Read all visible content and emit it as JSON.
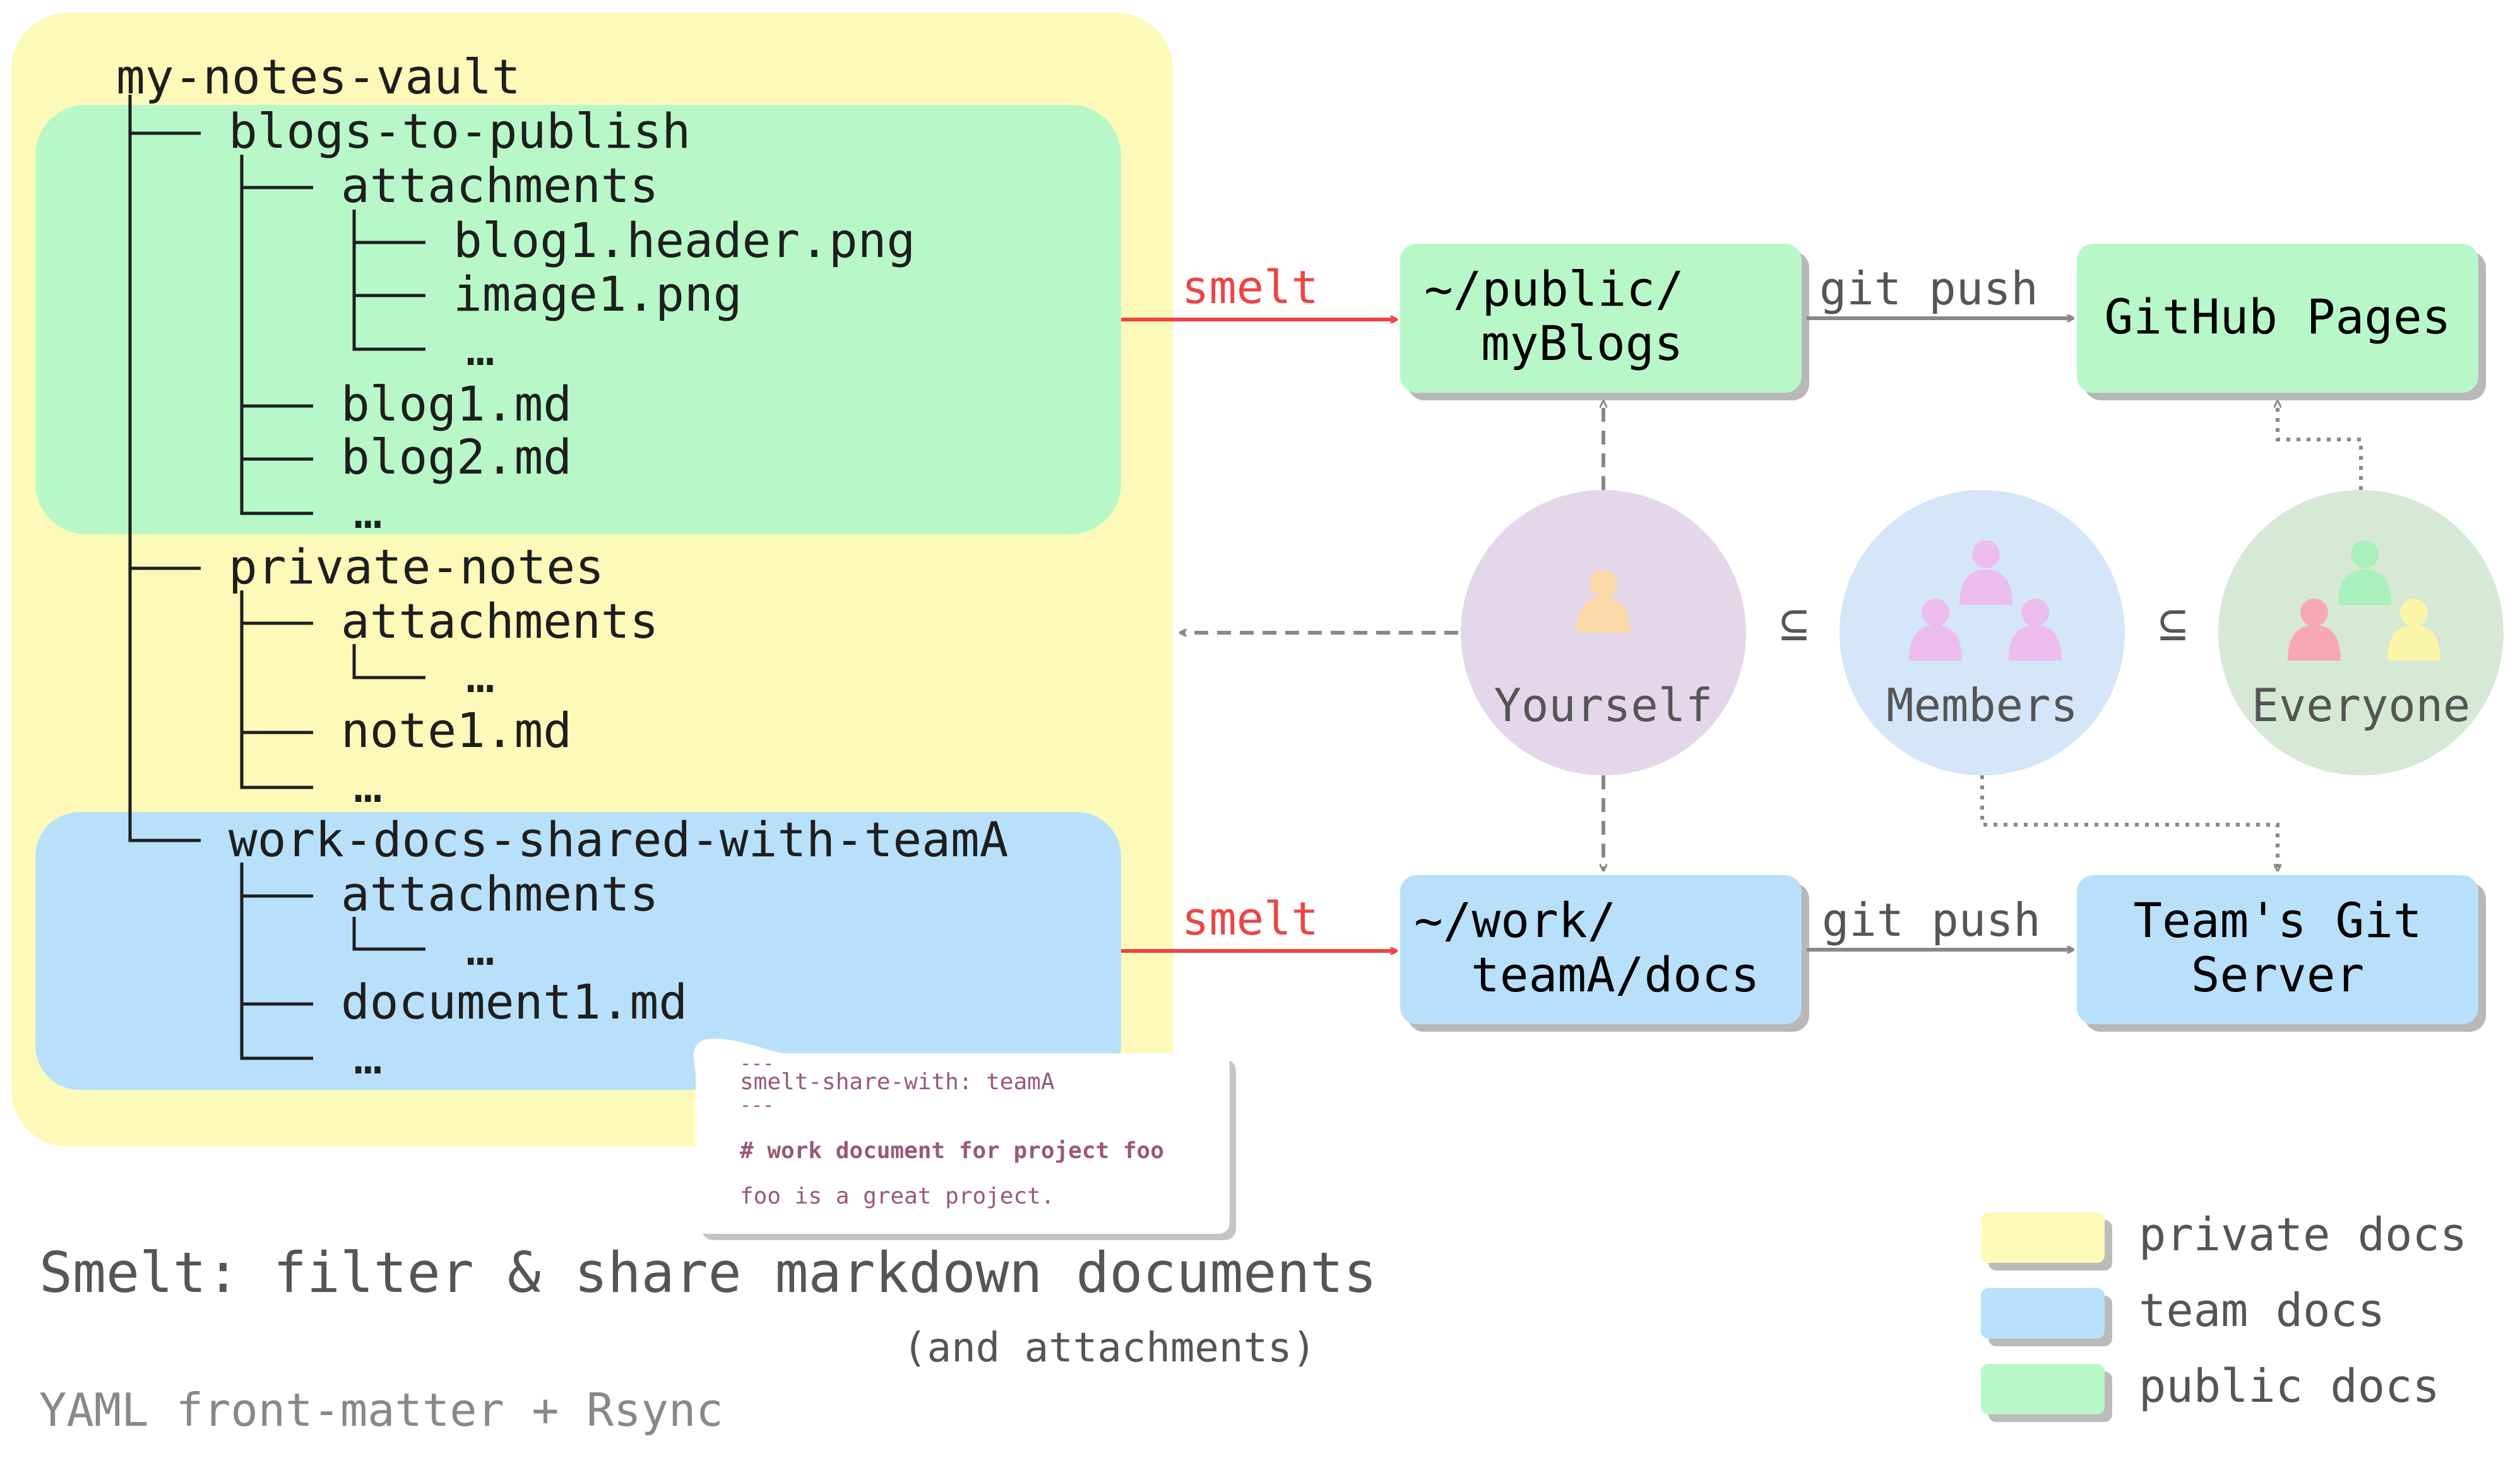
{
  "tree": {
    "root": "my-notes-vault",
    "blogs": "blogs-to-publish",
    "blogs_attachments": "attachments",
    "blog_header": "blog1.header.png",
    "image1": "image1.png",
    "ellipsis": "…",
    "blog1": "blog1.md",
    "blog2": "blog2.md",
    "private": "private-notes",
    "private_attachments": "attachments",
    "note1": "note1.md",
    "work": "work-docs-shared-with-teamA",
    "work_attachments": "attachments",
    "document1": "document1.md"
  },
  "callout": {
    "rule_top": "---",
    "front_matter": "smelt-share-with: teamA",
    "rule_bottom": "---",
    "heading": "# work document for project foo",
    "body": "foo is a great project."
  },
  "arrows": {
    "smelt_top": "smelt",
    "smelt_bottom": "smelt",
    "git_push_top": "git push",
    "git_push_bottom": "git push"
  },
  "targets": {
    "public_line1": "~/public/",
    "public_line2": "myBlogs",
    "github": "GitHub Pages",
    "work_line1": "~/work/",
    "work_line2": "teamA/docs",
    "team_server_line1": "Team's Git",
    "team_server_line2": "Server"
  },
  "audiences": {
    "yourself": "Yourself",
    "members": "Members",
    "everyone": "Everyone",
    "subset_symbol": "⊆"
  },
  "legend": {
    "private": "private docs",
    "team": "team docs",
    "public": "public docs"
  },
  "title": {
    "main": "Smelt: filter & share markdown documents",
    "sub": "(and attachments)",
    "footer": "YAML front-matter + Rsync"
  },
  "colors": {
    "private": "#fdfab9",
    "team": "#b8e0fb",
    "public": "#b8f8c8",
    "smelt_arrow": "#ee4444",
    "yourself_circle": "#e5d7ea",
    "members_circle": "#d4e6f8",
    "everyone_circle": "#d5e9d4"
  }
}
